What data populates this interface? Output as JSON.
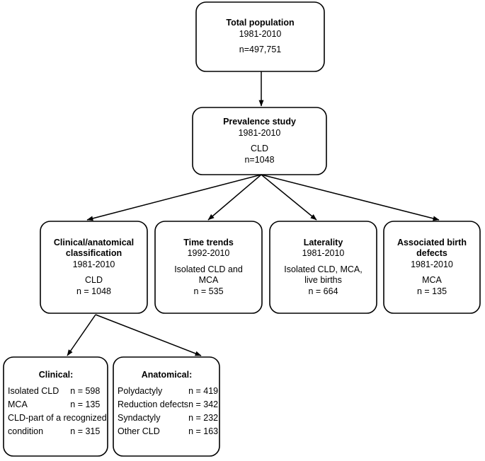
{
  "chart_data": {
    "type": "diagram",
    "title": "CLD study flow diagram",
    "diagram_kind": "flowchart",
    "orientation": "top-down",
    "nodes": [
      {
        "id": "total-population",
        "lines": [
          "Total population",
          "1981-2010",
          "",
          "n=497,751"
        ],
        "bold_lines": [
          0
        ]
      },
      {
        "id": "prevalence-study",
        "lines": [
          "Prevalence study",
          "1981-2010",
          "",
          "CLD",
          "n=1048"
        ],
        "bold_lines": [
          0
        ]
      },
      {
        "id": "clinical-anatomical-classification",
        "lines": [
          "Clinical/anatomical",
          "classification",
          "1981-2010",
          "",
          "CLD",
          "n = 1048"
        ],
        "bold_lines": [
          0,
          1
        ]
      },
      {
        "id": "time-trends",
        "lines": [
          "Time trends",
          "1992-2010",
          "",
          "Isolated CLD and",
          "MCA",
          "n = 535"
        ],
        "bold_lines": [
          0
        ]
      },
      {
        "id": "laterality",
        "lines": [
          "Laterality",
          "1981-2010",
          "",
          "Isolated CLD, MCA,",
          "live births",
          "n = 664"
        ],
        "bold_lines": [
          0
        ]
      },
      {
        "id": "associated-birth-defects",
        "lines": [
          "Associated birth",
          "defects",
          "1981-2010",
          "",
          "MCA",
          "n = 135"
        ],
        "bold_lines": [
          0,
          1
        ]
      },
      {
        "id": "clinical",
        "title": "Clinical:",
        "rows": [
          {
            "label": "Isolated CLD",
            "value": "n = 598",
            "wide": false
          },
          {
            "label": "MCA",
            "value": "n = 135",
            "wide": false
          },
          {
            "label": "CLD-part of a recognized",
            "value": "",
            "wide": true
          },
          {
            "label": "condition",
            "value": "n = 315",
            "wide": false
          }
        ]
      },
      {
        "id": "anatomical",
        "title": "Anatomical:",
        "rows": [
          {
            "label": "Polydactyly",
            "value": "n = 419",
            "wide": false
          },
          {
            "label": "Reduction defects",
            "value": "n = 342",
            "wide": false
          },
          {
            "label": "Syndactyly",
            "value": "n = 232",
            "wide": false
          },
          {
            "label": "Other CLD",
            "value": "n = 163",
            "wide": false
          }
        ]
      }
    ],
    "edges": [
      {
        "from": "total-population",
        "to": "prevalence-study"
      },
      {
        "from": "prevalence-study",
        "to": "clinical-anatomical-classification"
      },
      {
        "from": "prevalence-study",
        "to": "time-trends"
      },
      {
        "from": "prevalence-study",
        "to": "laterality"
      },
      {
        "from": "prevalence-study",
        "to": "associated-birth-defects"
      },
      {
        "from": "clinical-anatomical-classification",
        "to": "clinical"
      },
      {
        "from": "clinical-anatomical-classification",
        "to": "anatomical"
      }
    ],
    "colors": {
      "background": "#ffffff",
      "node_fill": "#ffffff",
      "node_stroke": "#000000",
      "edge": "#000000",
      "text": "#000000"
    }
  },
  "nodes": {
    "total_population": {
      "l0": "Total population",
      "l1": "1981-2010",
      "l2": "n=497,751"
    },
    "prevalence_study": {
      "l0": "Prevalence study",
      "l1": "1981-2010",
      "l2": "CLD",
      "l3": "n=1048"
    },
    "clinical_anatomical": {
      "l0": "Clinical/anatomical",
      "l1": "classification",
      "l2": "1981-2010",
      "l3": "CLD",
      "l4": "n = 1048"
    },
    "time_trends": {
      "l0": "Time trends",
      "l1": "1992-2010",
      "l2": "Isolated CLD and",
      "l3": "MCA",
      "l4": "n = 535"
    },
    "laterality": {
      "l0": "Laterality",
      "l1": "1981-2010",
      "l2": "Isolated CLD, MCA,",
      "l3": "live births",
      "l4": "n = 664"
    },
    "associated_birth_defects": {
      "l0": "Associated birth",
      "l1": "defects",
      "l2": "1981-2010",
      "l3": "MCA",
      "l4": "n = 135"
    },
    "clinical": {
      "title": "Clinical:",
      "r0_label": "Isolated CLD",
      "r0_value": "n = 598",
      "r1_label": "MCA",
      "r1_value": "n = 135",
      "r2_label": "CLD-part of a recognized",
      "r3_label": "condition",
      "r3_value": "n = 315"
    },
    "anatomical": {
      "title": "Anatomical:",
      "r0_label": "Polydactyly",
      "r0_value": "n = 419",
      "r1_label": "Reduction defects",
      "r1_value": "n = 342",
      "r2_label": "Syndactyly",
      "r2_value": "n = 232",
      "r3_label": "Other CLD",
      "r3_value": "n = 163"
    }
  }
}
